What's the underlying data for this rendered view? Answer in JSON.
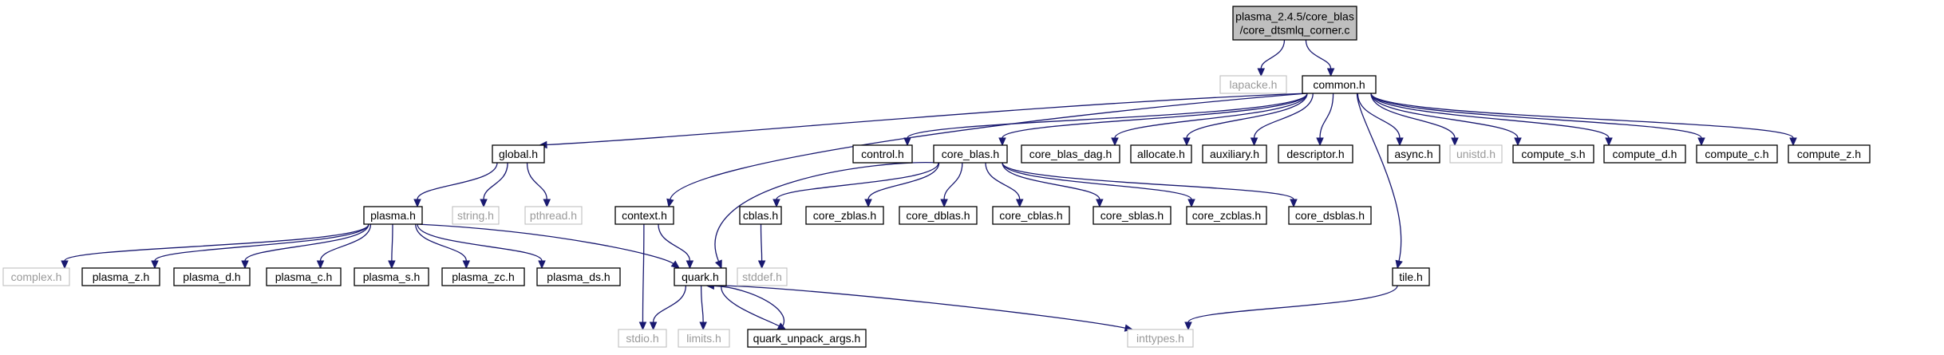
{
  "colors": {
    "edge": "#191970",
    "root_fill": "#bfbfbf",
    "external_border": "#bfbfbf",
    "node_border": "#000000"
  },
  "nodes": [
    {
      "id": "root",
      "lines": [
        "plasma_2.4.5/core_blas",
        "/core_dtsmlq_corner.c"
      ],
      "kind": "root",
      "clickable": false
    },
    {
      "id": "lapacke",
      "lines": [
        "lapacke.h"
      ],
      "kind": "external",
      "clickable": false
    },
    {
      "id": "common",
      "lines": [
        "common.h"
      ],
      "kind": "internal",
      "clickable": true
    },
    {
      "id": "global",
      "lines": [
        "global.h"
      ],
      "kind": "internal",
      "clickable": true
    },
    {
      "id": "control",
      "lines": [
        "control.h"
      ],
      "kind": "internal",
      "clickable": true
    },
    {
      "id": "core_blas",
      "lines": [
        "core_blas.h"
      ],
      "kind": "internal",
      "clickable": true
    },
    {
      "id": "core_blas_dag",
      "lines": [
        "core_blas_dag.h"
      ],
      "kind": "internal",
      "clickable": true
    },
    {
      "id": "allocate",
      "lines": [
        "allocate.h"
      ],
      "kind": "internal",
      "clickable": true
    },
    {
      "id": "auxiliary",
      "lines": [
        "auxiliary.h"
      ],
      "kind": "internal",
      "clickable": true
    },
    {
      "id": "descriptor",
      "lines": [
        "descriptor.h"
      ],
      "kind": "internal",
      "clickable": true
    },
    {
      "id": "async",
      "lines": [
        "async.h"
      ],
      "kind": "internal",
      "clickable": true
    },
    {
      "id": "unistd",
      "lines": [
        "unistd.h"
      ],
      "kind": "external",
      "clickable": false
    },
    {
      "id": "compute_s",
      "lines": [
        "compute_s.h"
      ],
      "kind": "internal",
      "clickable": true
    },
    {
      "id": "compute_d",
      "lines": [
        "compute_d.h"
      ],
      "kind": "internal",
      "clickable": true
    },
    {
      "id": "compute_c",
      "lines": [
        "compute_c.h"
      ],
      "kind": "internal",
      "clickable": true
    },
    {
      "id": "compute_z",
      "lines": [
        "compute_z.h"
      ],
      "kind": "internal",
      "clickable": true
    },
    {
      "id": "plasma",
      "lines": [
        "plasma.h"
      ],
      "kind": "internal",
      "clickable": true
    },
    {
      "id": "string",
      "lines": [
        "string.h"
      ],
      "kind": "external",
      "clickable": false
    },
    {
      "id": "pthread",
      "lines": [
        "pthread.h"
      ],
      "kind": "external",
      "clickable": false
    },
    {
      "id": "context",
      "lines": [
        "context.h"
      ],
      "kind": "internal",
      "clickable": true
    },
    {
      "id": "cblas",
      "lines": [
        "cblas.h"
      ],
      "kind": "internal",
      "clickable": true
    },
    {
      "id": "core_zblas",
      "lines": [
        "core_zblas.h"
      ],
      "kind": "internal",
      "clickable": true
    },
    {
      "id": "core_dblas",
      "lines": [
        "core_dblas.h"
      ],
      "kind": "internal",
      "clickable": true
    },
    {
      "id": "core_cblas",
      "lines": [
        "core_cblas.h"
      ],
      "kind": "internal",
      "clickable": true
    },
    {
      "id": "core_sblas",
      "lines": [
        "core_sblas.h"
      ],
      "kind": "internal",
      "clickable": true
    },
    {
      "id": "core_zcblas",
      "lines": [
        "core_zcblas.h"
      ],
      "kind": "internal",
      "clickable": true
    },
    {
      "id": "core_dsblas",
      "lines": [
        "core_dsblas.h"
      ],
      "kind": "internal",
      "clickable": true
    },
    {
      "id": "stddef",
      "lines": [
        "stddef.h"
      ],
      "kind": "external",
      "clickable": false
    },
    {
      "id": "tile",
      "lines": [
        "tile.h"
      ],
      "kind": "internal",
      "clickable": true
    },
    {
      "id": "complex",
      "lines": [
        "complex.h"
      ],
      "kind": "external",
      "clickable": false
    },
    {
      "id": "plasma_z",
      "lines": [
        "plasma_z.h"
      ],
      "kind": "internal",
      "clickable": true
    },
    {
      "id": "plasma_d",
      "lines": [
        "plasma_d.h"
      ],
      "kind": "internal",
      "clickable": true
    },
    {
      "id": "plasma_c",
      "lines": [
        "plasma_c.h"
      ],
      "kind": "internal",
      "clickable": true
    },
    {
      "id": "plasma_s",
      "lines": [
        "plasma_s.h"
      ],
      "kind": "internal",
      "clickable": true
    },
    {
      "id": "plasma_zc",
      "lines": [
        "plasma_zc.h"
      ],
      "kind": "internal",
      "clickable": true
    },
    {
      "id": "plasma_ds",
      "lines": [
        "plasma_ds.h"
      ],
      "kind": "internal",
      "clickable": true
    },
    {
      "id": "quark",
      "lines": [
        "quark.h"
      ],
      "kind": "internal",
      "clickable": true
    },
    {
      "id": "stdio",
      "lines": [
        "stdio.h"
      ],
      "kind": "external",
      "clickable": false
    },
    {
      "id": "limits",
      "lines": [
        "limits.h"
      ],
      "kind": "external",
      "clickable": false
    },
    {
      "id": "quark_unpack_args",
      "lines": [
        "quark_unpack_args.h"
      ],
      "kind": "internal",
      "clickable": true
    },
    {
      "id": "inttypes",
      "lines": [
        "inttypes.h"
      ],
      "kind": "external",
      "clickable": false
    }
  ],
  "edges": [
    [
      "root",
      "lapacke"
    ],
    [
      "root",
      "common"
    ],
    [
      "common",
      "global"
    ],
    [
      "common",
      "context"
    ],
    [
      "common",
      "control"
    ],
    [
      "common",
      "core_blas"
    ],
    [
      "common",
      "core_blas_dag"
    ],
    [
      "common",
      "allocate"
    ],
    [
      "common",
      "auxiliary"
    ],
    [
      "common",
      "descriptor"
    ],
    [
      "common",
      "tile"
    ],
    [
      "common",
      "async"
    ],
    [
      "common",
      "unistd"
    ],
    [
      "common",
      "compute_s"
    ],
    [
      "common",
      "compute_d"
    ],
    [
      "common",
      "compute_c"
    ],
    [
      "common",
      "compute_z"
    ],
    [
      "global",
      "plasma"
    ],
    [
      "global",
      "string"
    ],
    [
      "global",
      "pthread"
    ],
    [
      "plasma",
      "complex"
    ],
    [
      "plasma",
      "plasma_z"
    ],
    [
      "plasma",
      "plasma_d"
    ],
    [
      "plasma",
      "plasma_c"
    ],
    [
      "plasma",
      "plasma_s"
    ],
    [
      "plasma",
      "plasma_zc"
    ],
    [
      "plasma",
      "plasma_ds"
    ],
    [
      "plasma",
      "quark"
    ],
    [
      "context",
      "stdio"
    ],
    [
      "context",
      "quark"
    ],
    [
      "core_blas",
      "quark"
    ],
    [
      "core_blas",
      "cblas"
    ],
    [
      "core_blas",
      "core_zblas"
    ],
    [
      "core_blas",
      "core_dblas"
    ],
    [
      "core_blas",
      "core_cblas"
    ],
    [
      "core_blas",
      "core_sblas"
    ],
    [
      "core_blas",
      "core_zcblas"
    ],
    [
      "core_blas",
      "core_dsblas"
    ],
    [
      "cblas",
      "stddef"
    ],
    [
      "quark",
      "stdio"
    ],
    [
      "quark",
      "limits"
    ],
    [
      "quark",
      "quark_unpack_args"
    ],
    [
      "quark",
      "inttypes"
    ],
    [
      "quark_unpack_args",
      "quark"
    ],
    [
      "tile",
      "inttypes"
    ]
  ]
}
